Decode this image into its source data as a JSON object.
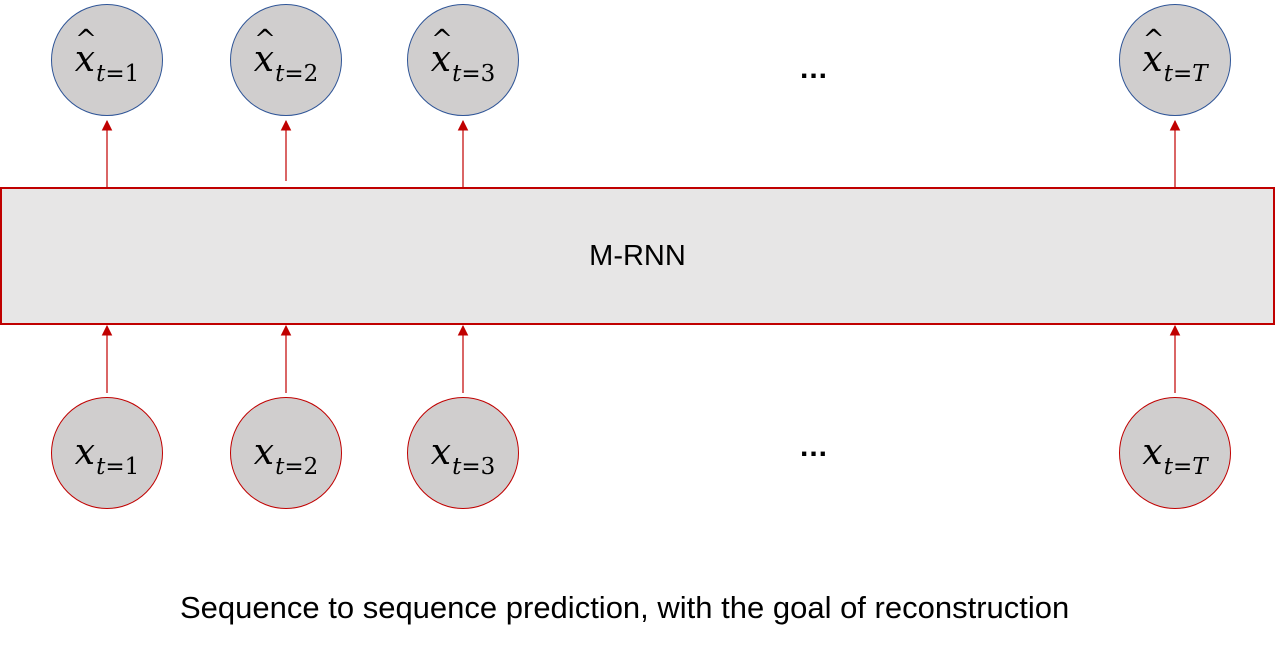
{
  "colors": {
    "node_fill": "#d0cece",
    "output_border": "#2f5597",
    "input_border": "#c00000",
    "box_fill": "#e7e6e6",
    "box_border": "#c00000",
    "arrow": "#c00000"
  },
  "model": {
    "label": "M-RNN"
  },
  "outputs": [
    {
      "var": "x",
      "hat": "^",
      "sub_index": "t",
      "sub_rel": "=",
      "sub_value": "1"
    },
    {
      "var": "x",
      "hat": "^",
      "sub_index": "t",
      "sub_rel": "=",
      "sub_value": "2"
    },
    {
      "var": "x",
      "hat": "^",
      "sub_index": "t",
      "sub_rel": "=",
      "sub_value": "3"
    },
    {
      "var": "x",
      "hat": "^",
      "sub_index": "t",
      "sub_rel": "=",
      "sub_value": "T"
    }
  ],
  "inputs": [
    {
      "var": "x",
      "sub_index": "t",
      "sub_rel": "=",
      "sub_value": "1"
    },
    {
      "var": "x",
      "sub_index": "t",
      "sub_rel": "=",
      "sub_value": "2"
    },
    {
      "var": "x",
      "sub_index": "t",
      "sub_rel": "=",
      "sub_value": "3"
    },
    {
      "var": "x",
      "sub_index": "t",
      "sub_rel": "=",
      "sub_value": "T"
    }
  ],
  "ellipsis": {
    "top": "...",
    "bottom": "..."
  },
  "caption": "Sequence to sequence prediction, with the goal of reconstruction"
}
